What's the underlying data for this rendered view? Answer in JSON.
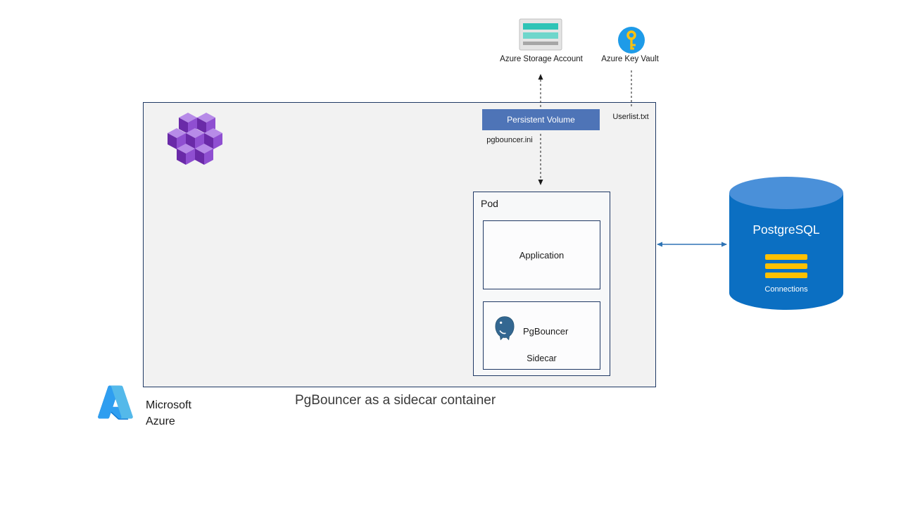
{
  "caption": "PgBouncer as a sidecar container",
  "branding": {
    "line1": "Microsoft",
    "line2": "Azure"
  },
  "external": {
    "storage_label": "Azure Storage Account",
    "keyvault_label": "Azure Key Vault"
  },
  "cluster": {
    "persistent_volume_label": "Persistent Volume",
    "pgbouncer_ini": "pgbouncer.ini",
    "userlist_txt": "Userlist.txt",
    "pod": {
      "title": "Pod",
      "application_label": "Application",
      "pgbouncer_label": "PgBouncer",
      "sidecar_label": "Sidecar"
    }
  },
  "database": {
    "title": "PostgreSQL",
    "subtitle": "Connections"
  },
  "colors": {
    "persistent_volume_fill": "#4e74b7",
    "cluster_fill": "#f2f2f2",
    "cluster_border": "#1f3864",
    "database_body": "#0b6fc2",
    "database_top": "#4a90d9",
    "connections_yellow": "#ffc000",
    "arrow_blue": "#2e74b5",
    "aks_purple": "#8f4fd1",
    "storage_teal": "#2ec4b6",
    "keyvault_blue": "#1e9be8",
    "key_gold": "#ffc20e"
  }
}
